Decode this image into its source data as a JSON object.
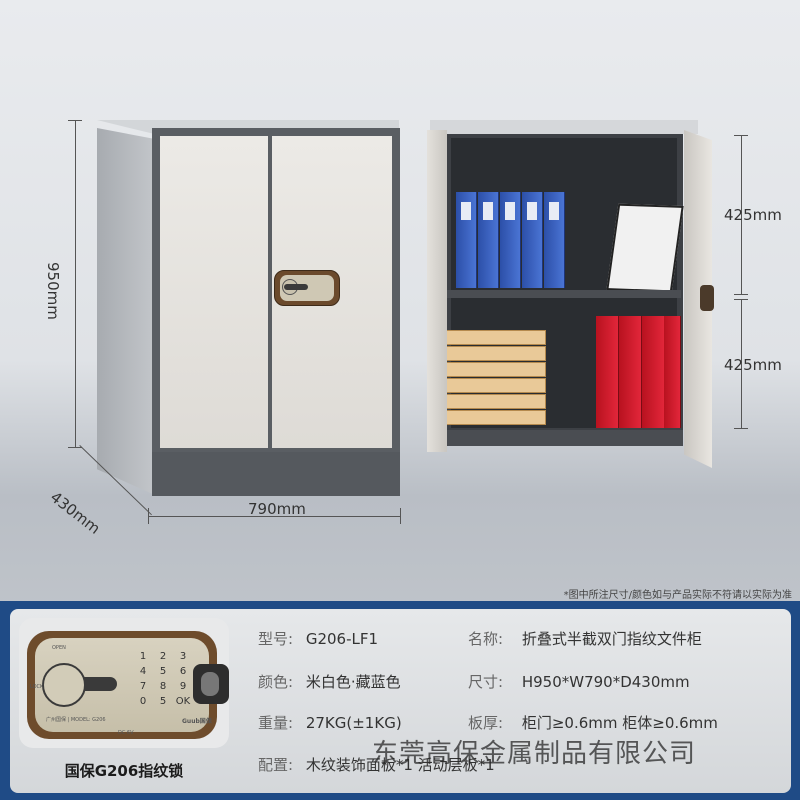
{
  "dimensions": {
    "height": "950mm",
    "width": "790mm",
    "depth": "430mm",
    "upper": "425mm",
    "lower": "425mm"
  },
  "note": "*图中所注尺寸/颜色如与产品实际不符请以实际为准",
  "lock": {
    "caption": "国保G206指纹锁",
    "keys": [
      "1",
      "2",
      "3",
      "4",
      "5",
      "6",
      "7",
      "8",
      "9",
      "0",
      "5",
      "OK"
    ],
    "brand": "Guub国保",
    "small_model": "广州国保 | MODEL: G206",
    "open": "OPEN",
    "lock_label": "LOCK",
    "dc": "DC 6V"
  },
  "specs": {
    "model_key": "型号:",
    "model_val": "G206-LF1",
    "name_key": "名称:",
    "name_val": "折叠式半截双门指纹文件柜",
    "color_key": "颜色:",
    "color_val": "米白色·藏蓝色",
    "size_key": "尺寸:",
    "size_val": "H950*W790*D430mm",
    "weight_key": "重量:",
    "weight_val": "27KG(±1KG)",
    "thick_key": "板厚:",
    "thick_val": "柜门≥0.6mm 柜体≥0.6mm",
    "config_key": "配置:",
    "config_val": "木纹装饰面板*1 活动层板*1"
  },
  "watermark": "东莞高保金属制品有限公司"
}
